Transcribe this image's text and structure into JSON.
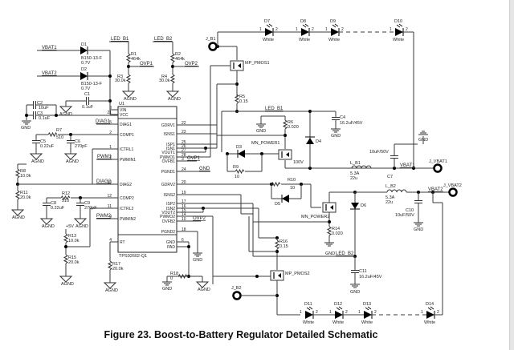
{
  "figure": {
    "caption": "Figure 23.  Boost-to-Battery Regulator Detailed Schematic"
  },
  "ic": {
    "ref": "U1",
    "part": "TPS92602-Q1",
    "pins_left": [
      {
        "num": "8",
        "name": "VIN"
      },
      {
        "num": "21",
        "name": "VCC"
      },
      {
        "num": "5",
        "name": "DIAG1"
      },
      {
        "num": "2",
        "name": "COMP1"
      },
      {
        "num": "1",
        "name": "ICTRL1"
      },
      {
        "num": "7",
        "name": "PWMIN1"
      },
      {
        "num": "13",
        "name": "DIAG2"
      },
      {
        "num": "12",
        "name": "COMP2"
      },
      {
        "num": "11",
        "name": "ICTRL2"
      },
      {
        "num": "9",
        "name": "PWMIN2"
      },
      {
        "num": "4",
        "name": "RT"
      }
    ],
    "pins_right": [
      {
        "num": "22",
        "name": "GDRV1"
      },
      {
        "num": "23",
        "name": "ISNS1"
      },
      {
        "num": "25",
        "name": "ISP1"
      },
      {
        "num": "26",
        "name": "ISN1"
      },
      {
        "num": "27",
        "name": "VOUT1"
      },
      {
        "num": "28",
        "name": "PWMO1"
      },
      {
        "num": "3",
        "name": "OVFB1"
      },
      {
        "num": "24",
        "name": "PGND1"
      },
      {
        "num": "20",
        "name": "GDRV2"
      },
      {
        "num": "19",
        "name": "ISNS2"
      },
      {
        "num": "17",
        "name": "ISP2"
      },
      {
        "num": "16",
        "name": "ISN2"
      },
      {
        "num": "15",
        "name": "VOUT2"
      },
      {
        "num": "14",
        "name": "PWMO2"
      },
      {
        "num": "10",
        "name": "OVFB2"
      },
      {
        "num": "18",
        "name": "PGND2"
      },
      {
        "num": "6",
        "name": "GND"
      },
      {
        "num": "",
        "name": "PAD"
      }
    ]
  },
  "nets": {
    "vbat1": "VBAT1",
    "vbat2": "VBAT2",
    "led_b1": "LED_B1",
    "led_b2": "LED_B2",
    "ovp1": "OVP1",
    "ovp2": "OVP2",
    "diag1": "DIAG1",
    "diag2": "DIAG2",
    "pwm1": "PWM1",
    "pwm2": "PWM2",
    "gnd": "GND",
    "agnd": "AGND",
    "p5v": "+5V"
  },
  "connectors": {
    "j_b1": "J_B1",
    "j_b2": "J_B2",
    "j_vbat1": "J_VBAT1",
    "j_vbat2": "J_VBAT2"
  },
  "components": {
    "d1": {
      "ref": "D1",
      "part": "B150-13-F",
      "value": "0.7V"
    },
    "d2": {
      "ref": "D2",
      "part": "B150-13-F",
      "value": "0.7V"
    },
    "c1": {
      "ref": "C1",
      "value": "0.1uF"
    },
    "c2": {
      "ref": "C2",
      "value": "10uF"
    },
    "c3": {
      "ref": "C3",
      "value": "0.1uF"
    },
    "r1": {
      "ref": "R1",
      "value": "464k"
    },
    "r2": {
      "ref": "R2",
      "value": "464k"
    },
    "r3": {
      "ref": "R3",
      "value": "30.0k"
    },
    "r4": {
      "ref": "R4",
      "value": "30.0k"
    },
    "r5": {
      "ref": "R5",
      "value": "0.15"
    },
    "r6": {
      "ref": "R6",
      "value": "0.020"
    },
    "r7": {
      "ref": "R7",
      "value": "510"
    },
    "r8": {
      "ref": "R8",
      "value": "10.0k"
    },
    "r9": {
      "ref": "R9",
      "value": "10"
    },
    "r10": {
      "ref": "R10",
      "value": "10"
    },
    "r11": {
      "ref": "R11",
      "value": "20.0k"
    },
    "r12": {
      "ref": "R12",
      "value": "510"
    },
    "r13": {
      "ref": "R13",
      "value": "10.0k"
    },
    "r14": {
      "ref": "R14",
      "value": "0.020"
    },
    "r15": {
      "ref": "R15",
      "value": "20.0k"
    },
    "r16": {
      "ref": "R16",
      "value": "0.15"
    },
    "r17": {
      "ref": "R17",
      "value": "20.0k"
    },
    "r18": {
      "ref": "R18",
      "value": "0"
    },
    "c4": {
      "ref": "C4",
      "value": "16.2uF/45V"
    },
    "c5": {
      "ref": "C5",
      "value": "0.22uF"
    },
    "c6": {
      "ref": "C6",
      "value": "270pF"
    },
    "c7": {
      "ref": "C7",
      "value": "10uF/50V"
    },
    "c8": {
      "ref": "C8",
      "value": "0.22uF"
    },
    "c9": {
      "ref": "C9",
      "value": "270pF"
    },
    "c10": {
      "ref": "C10",
      "value": "10uF/50V"
    },
    "c11": {
      "ref": "C11",
      "value": "16.2uF/45V"
    },
    "l_b1": {
      "ref": "L_B1",
      "current": "5.3A",
      "value": "22u"
    },
    "l_b2": {
      "ref": "L_B2",
      "current": "5.3A",
      "value": "22u"
    },
    "d3": {
      "ref": "D3"
    },
    "d4": {
      "ref": "D4"
    },
    "d5": {
      "ref": "D5"
    },
    "d6": {
      "ref": "D6"
    },
    "mp_pmos1": {
      "ref": "MP_PMOS1"
    },
    "mp_pmos2": {
      "ref": "MP_PMOS2"
    },
    "mn_power1": {
      "ref": "MN_POWER1",
      "value": "100V"
    },
    "mn_power2": {
      "ref": "MN_POWER2"
    }
  },
  "leds_top": [
    {
      "ref": "D7",
      "color": "White"
    },
    {
      "ref": "D8",
      "color": "White"
    },
    {
      "ref": "D9",
      "color": "White"
    },
    {
      "ref": "D10",
      "color": "White"
    }
  ],
  "leds_bottom": [
    {
      "ref": "D11",
      "color": "White"
    },
    {
      "ref": "D12",
      "color": "White"
    },
    {
      "ref": "D13",
      "color": "White"
    },
    {
      "ref": "D14",
      "color": "White"
    }
  ],
  "led_pins": {
    "anode": "1",
    "cathode": "2"
  }
}
